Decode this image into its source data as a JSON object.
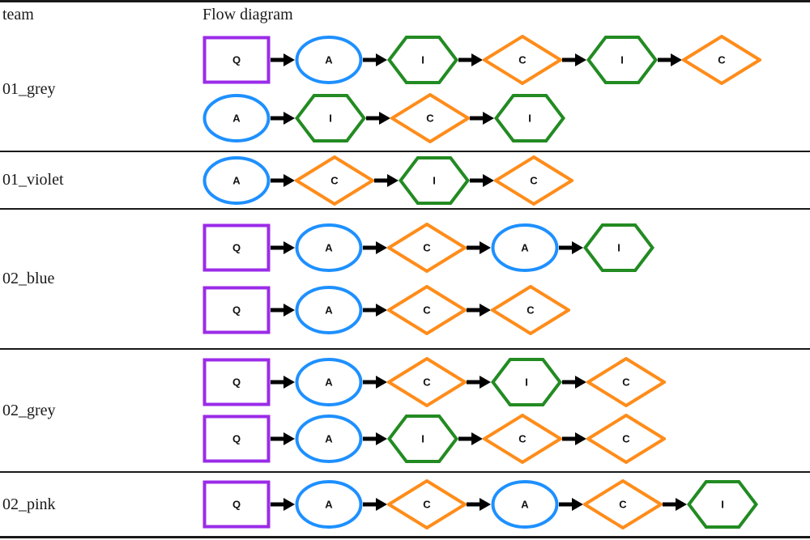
{
  "header": {
    "team_col": "team",
    "flow_col": "Flow diagram"
  },
  "node_types": {
    "Q": {
      "shape": "rect",
      "color": "#9B2BE8",
      "label": "Q"
    },
    "A": {
      "shape": "ellipse",
      "color": "#1E90FF",
      "label": "A"
    },
    "I": {
      "shape": "hexagon",
      "color": "#228B22",
      "label": "I"
    },
    "C": {
      "shape": "diamond",
      "color": "#FF8C1A",
      "label": "C"
    }
  },
  "arrow_color": "#000000",
  "teams": [
    {
      "name": "01_grey",
      "flows": [
        [
          "Q",
          "A",
          "I",
          "C",
          "I",
          "C"
        ],
        [
          "A",
          "I",
          "C",
          "I"
        ]
      ]
    },
    {
      "name": "01_violet",
      "flows": [
        [
          "A",
          "C",
          "I",
          "C"
        ]
      ]
    },
    {
      "name": "02_blue",
      "flows": [
        [
          "Q",
          "A",
          "C",
          "A",
          "I"
        ],
        [
          "Q",
          "A",
          "C",
          "C"
        ]
      ]
    },
    {
      "name": "02_grey",
      "flows": [
        [
          "Q",
          "A",
          "C",
          "I",
          "C"
        ],
        [
          "Q",
          "A",
          "I",
          "C",
          "C"
        ]
      ]
    },
    {
      "name": "02_pink",
      "flows": [
        [
          "Q",
          "A",
          "C",
          "A",
          "C",
          "I"
        ]
      ]
    }
  ]
}
